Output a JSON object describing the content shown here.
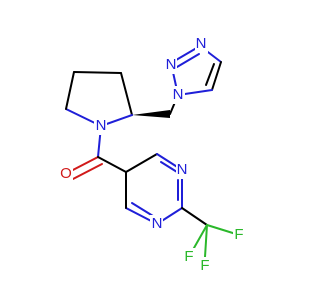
{
  "molecule": {
    "atom_labels": {
      "n_triazole_top": "N",
      "n_triazole_mid": "N",
      "n_triazole_attach": "N",
      "n_pyrrolidine": "N",
      "o_carbonyl": "O",
      "n_pyrimidine_top": "N",
      "n_pyrimidine_bottom": "N",
      "f_left": "F",
      "f_right": "F",
      "f_bottom": "F"
    },
    "colors": {
      "carbon": "#000000",
      "nitrogen": "#1f1fd8",
      "oxygen": "#d11a1a",
      "fluorine": "#2bb82b"
    }
  }
}
